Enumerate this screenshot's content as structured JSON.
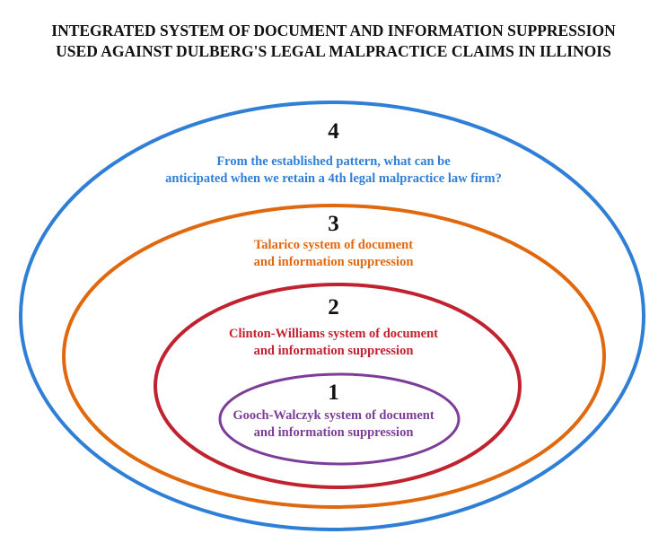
{
  "title": {
    "line1": "INTEGRATED SYSTEM OF DOCUMENT AND INFORMATION SUPPRESSION",
    "line2": "USED AGAINST DULBERG'S LEGAL MALPRACTICE CLAIMS IN ILLINOIS"
  },
  "rings": [
    {
      "number": "1",
      "line1": "Gooch-Walczyk system of document",
      "line2": "and information suppression",
      "color": "#7d3c98"
    },
    {
      "number": "2",
      "line1": "Clinton-Williams system of document",
      "line2": "and information suppression",
      "color": "#c0222f"
    },
    {
      "number": "3",
      "line1": "Talarico system of document",
      "line2": "and information suppression",
      "color": "#e0690f"
    },
    {
      "number": "4",
      "line1": "From the established pattern, what can be",
      "line2": "anticipated when we retain a 4th legal malpractice law firm?",
      "color": "#2f7fd6"
    }
  ]
}
